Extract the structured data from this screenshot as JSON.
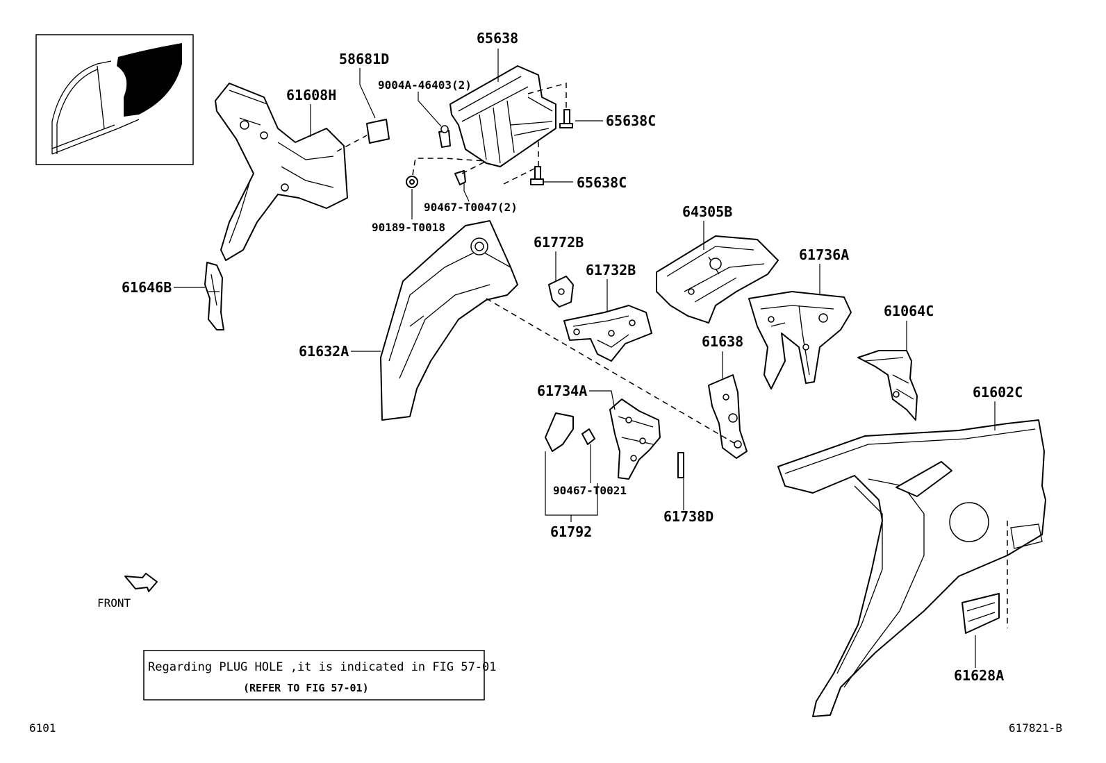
{
  "parts": {
    "p65638": "65638",
    "p9004a": "9004A-46403(2)",
    "p58681d": "58681D",
    "p61608h": "61608H",
    "p65638c_a": "65638C",
    "p65638c_b": "65638C",
    "p90467_t0047": "90467-T0047(2)",
    "p90189": "90189-T0018",
    "p64305b": "64305B",
    "p61772b": "61772B",
    "p61732b": "61732B",
    "p61736a": "61736A",
    "p61646b": "61646B",
    "p61064c": "61064C",
    "p61638": "61638",
    "p61632a": "61632A",
    "p61734a": "61734A",
    "p61602c": "61602C",
    "p90467_t0021": "90467-T0021",
    "p61738d": "61738D",
    "p61792": "61792",
    "p61628a": "61628A"
  },
  "front_label": "FRONT",
  "note": {
    "line1": "Regarding PLUG HOLE ,it is indicated in FIG 57-01",
    "line2": "(REFER TO FIG 57-01)"
  },
  "footer": {
    "left_code": "6101",
    "right_code": "617821-B"
  }
}
